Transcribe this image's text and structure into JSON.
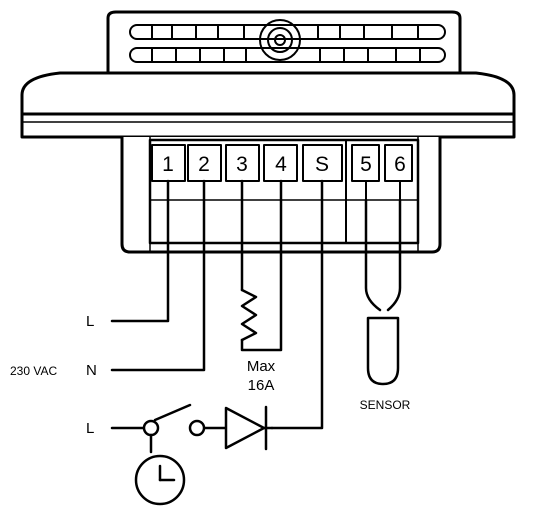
{
  "device": {
    "name": "thermostat",
    "colors": {
      "line": "#000000",
      "background": "#ffffff",
      "body_fill": "#ffffff"
    }
  },
  "terminals": {
    "t1": "1",
    "t2": "2",
    "t3": "3",
    "t4": "4",
    "tS": "S",
    "t5": "5",
    "t6": "6"
  },
  "labels": {
    "supply_voltage": "230 VAC",
    "line_1": "L",
    "neutral": "N",
    "line_2": "L",
    "load_max_line1": "Max",
    "load_max_line2": "16A",
    "sensor": "SENSOR"
  },
  "icons": {
    "vent": "vent-grille-icon",
    "resistor": "heating-load-icon",
    "switch": "switch-icon",
    "diode": "diode-icon",
    "clock": "clock-icon",
    "sensor": "temperature-sensor-icon"
  }
}
